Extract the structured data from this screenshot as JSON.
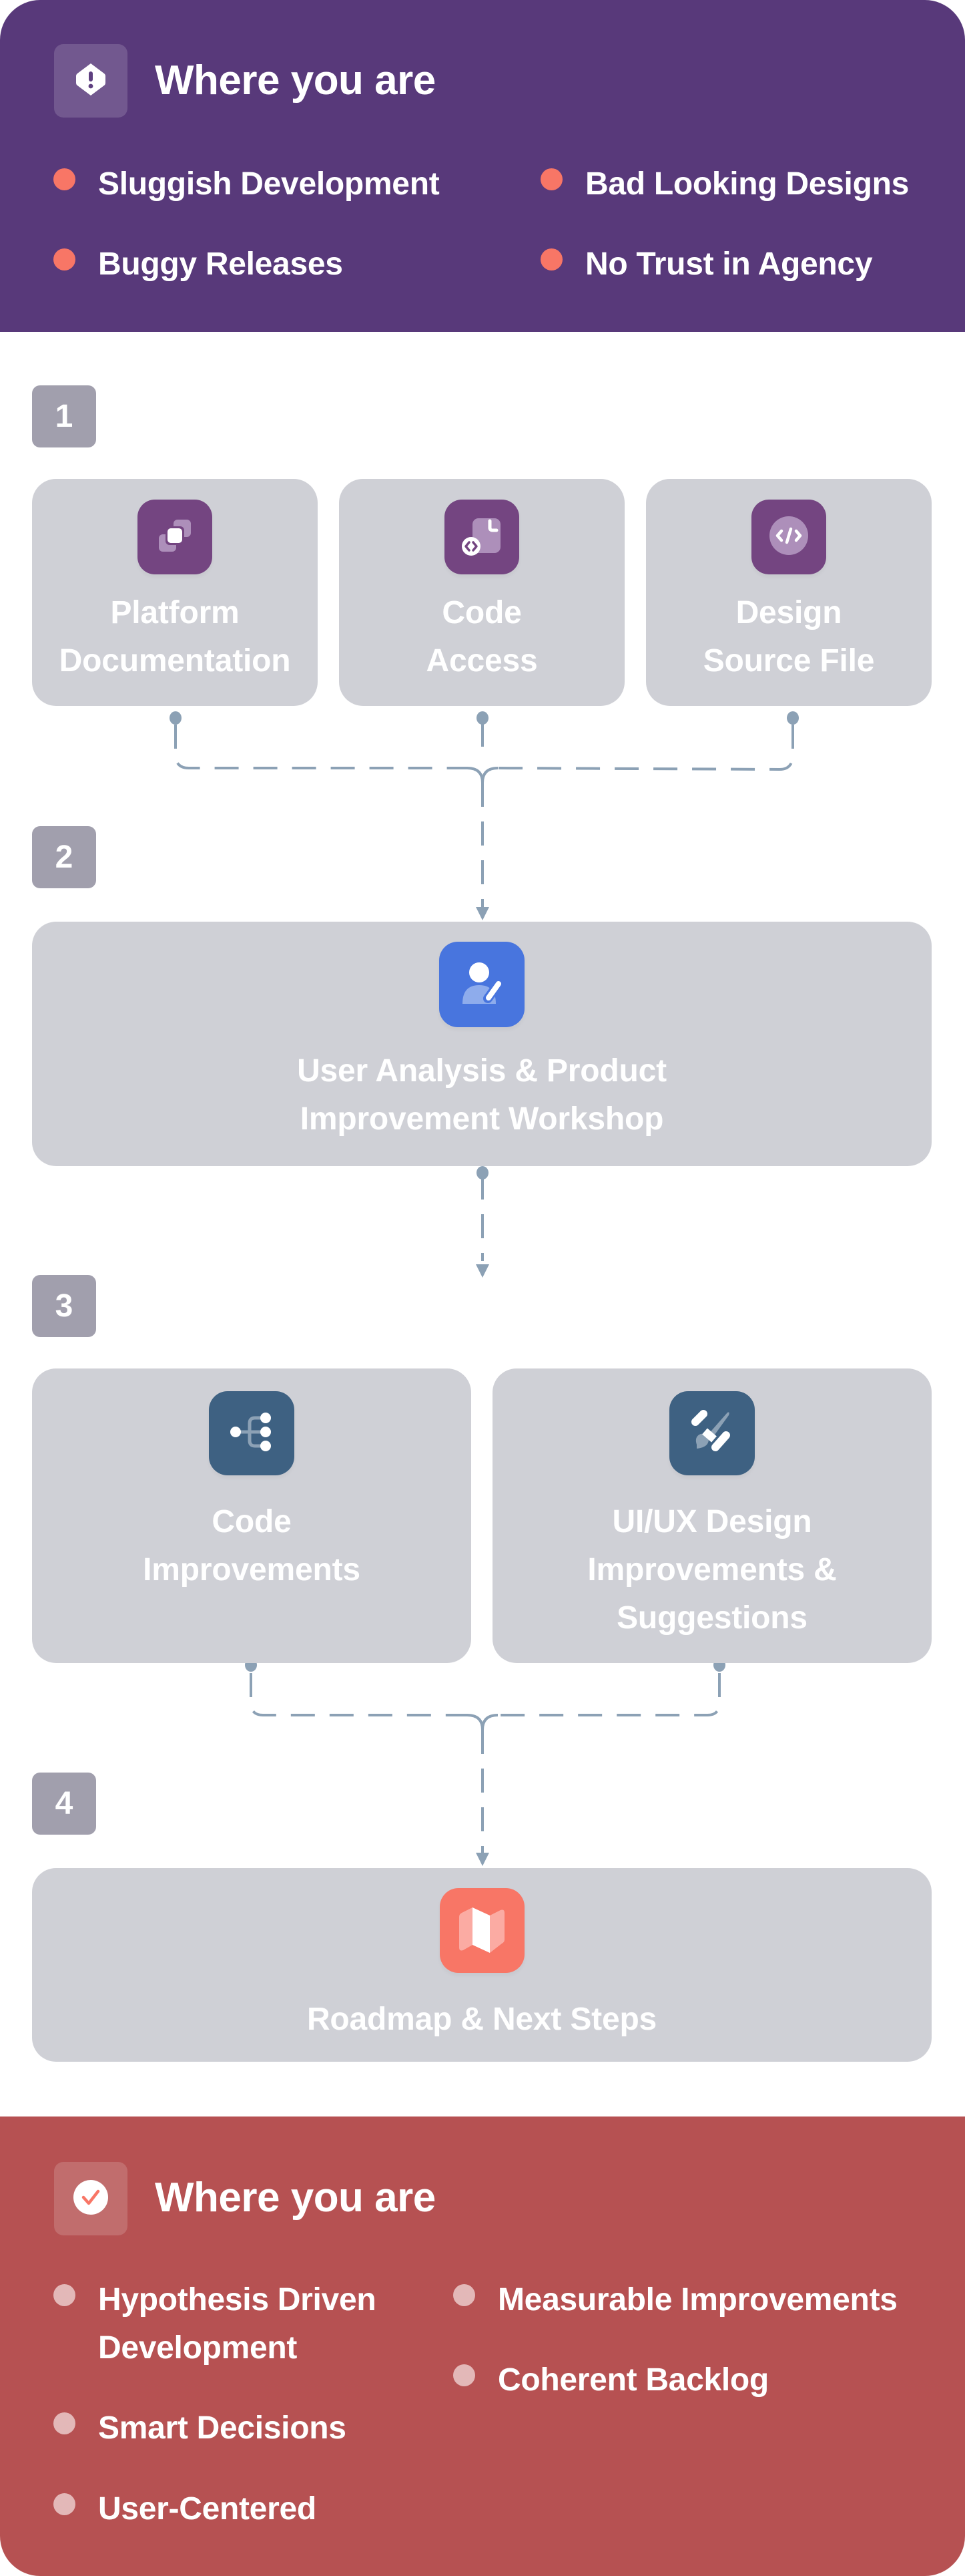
{
  "colors": {
    "top_panel": "#58397a",
    "bottom_panel": "#b65152",
    "card_bg": "#cfd0d6",
    "step_badge": "#a19fad",
    "connector": "#8ca1b5",
    "bullet_top": "#f87666",
    "bullet_bottom": "#e3b8b8",
    "icon_purple": "#744581",
    "icon_blue": "#4875de",
    "icon_navy": "#3e6182",
    "icon_coral": "#f87666"
  },
  "current_state": {
    "title": "Where you are",
    "icon": "alert-hexagon-icon",
    "items": [
      "Sluggish Development",
      "Bad Looking Designs",
      "Buggy Releases",
      "No Trust in Agency"
    ]
  },
  "steps": [
    {
      "number": "1",
      "cards": [
        {
          "icon": "layers-copy-icon",
          "lines": [
            "Platform",
            "Documentation"
          ]
        },
        {
          "icon": "code-file-icon",
          "lines": [
            "Code",
            "Access"
          ]
        },
        {
          "icon": "code-circle-icon",
          "lines": [
            "Design",
            "Source File"
          ]
        }
      ]
    },
    {
      "number": "2",
      "cards": [
        {
          "icon": "user-edit-icon",
          "lines": [
            "User Analysis & Product",
            "Improvement Workshop"
          ]
        }
      ]
    },
    {
      "number": "3",
      "cards": [
        {
          "icon": "hierarchy-tree-icon",
          "lines": [
            "Code",
            "Improvements"
          ]
        },
        {
          "icon": "paint-brush-icon",
          "lines": [
            "UI/UX Design",
            "Improvements &",
            "Suggestions"
          ]
        }
      ]
    },
    {
      "number": "4",
      "cards": [
        {
          "icon": "map-icon",
          "lines": [
            "Roadmap & Next Steps"
          ]
        }
      ]
    }
  ],
  "target_state": {
    "title": "Where you are",
    "icon": "check-circle-icon",
    "items_left": [
      [
        "Hypothesis Driven",
        "Development"
      ],
      [
        "Smart Decisions"
      ],
      [
        "User-Centered"
      ]
    ],
    "items_right": [
      [
        "Measurable Improvements"
      ],
      [
        "Coherent Backlog"
      ]
    ]
  }
}
